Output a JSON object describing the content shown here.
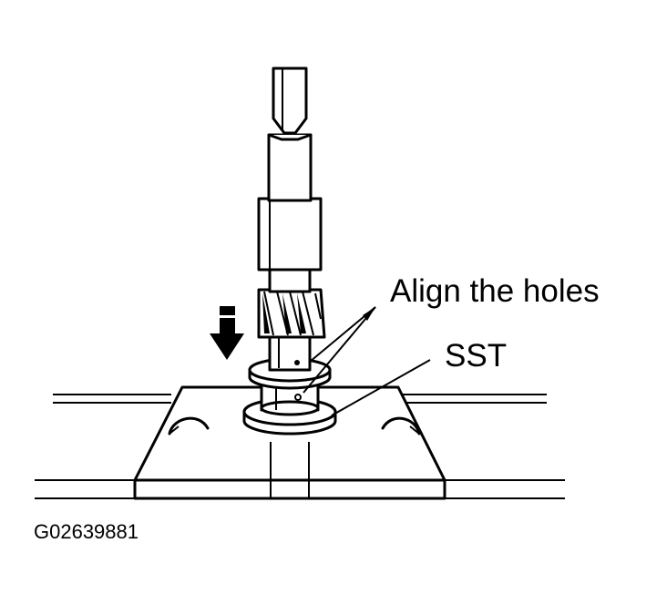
{
  "labels": {
    "align": "Align the holes",
    "sst": "SST",
    "figure_code": "G02639881"
  },
  "colors": {
    "line": "#000000",
    "background": "#ffffff"
  }
}
